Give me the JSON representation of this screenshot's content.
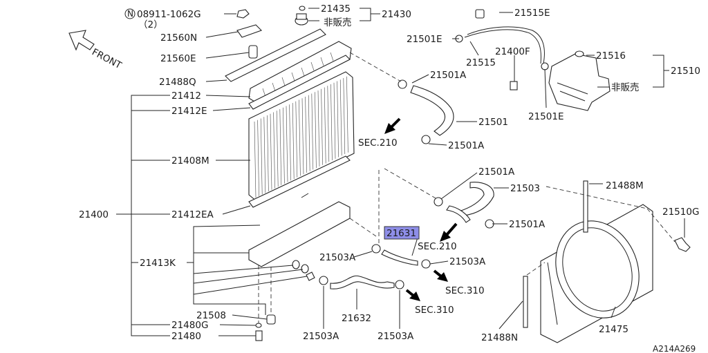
{
  "labels": {
    "p08911": "08911-1062G",
    "p08911_qty": "（2）",
    "n_symbol": "N",
    "p21435": "21435",
    "p21430": "21430",
    "hihanbai1": "非販売",
    "p21560N": "21560N",
    "p21560E": "21560E",
    "p21488Q": "21488Q",
    "p21412": "21412",
    "p21412E": "21412E",
    "p21408M": "21408M",
    "p21400": "21400",
    "p21412EA": "21412EA",
    "p21413K": "21413K",
    "p21508": "21508",
    "p21480G": "21480G",
    "p21480": "21480",
    "front": "FRONT",
    "p21515E": "21515E",
    "p21501E_a": "21501E",
    "p21515": "21515",
    "p21400F": "21400F",
    "p21516": "21516",
    "p21510": "21510",
    "hihanbai2": "非販売",
    "p21501E_b": "21501E",
    "p21501A_a": "21501A",
    "p21501": "21501",
    "sec210_a": "SEC.210",
    "p21501A_b": "21501A",
    "p21501A_c": "21501A",
    "p21503": "21503",
    "p21501A_d": "21501A",
    "p21631": "21631",
    "sec210_b": "SEC.210",
    "p21503A_a": "21503A",
    "p21503A_b": "21503A",
    "sec310_a": "SEC.310",
    "sec310_b": "SEC.310",
    "p21632": "21632",
    "p21503A_c": "21503A",
    "p21503A_d": "21503A",
    "p21488M": "21488M",
    "p21510G": "21510G",
    "p21475": "21475",
    "p21488N": "21488N",
    "diagram_id": "A214A269"
  }
}
